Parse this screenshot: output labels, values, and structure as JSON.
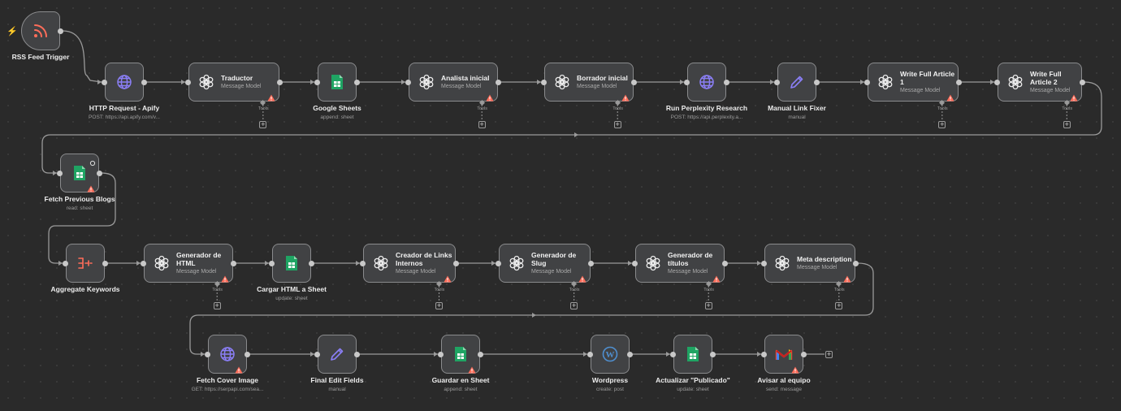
{
  "canvas": {
    "nodes": [
      {
        "id": "rss",
        "title": "RSS Feed Trigger",
        "subtitle": "",
        "icon": "rss-icon",
        "warn": false,
        "caption": true
      },
      {
        "id": "http1",
        "title": "HTTP Request - Apify",
        "subtitle": "POST: https://api.apify.com/v...",
        "icon": "globe-icon",
        "warn": false,
        "caption": true
      },
      {
        "id": "trad",
        "title": "Traductor",
        "subtitle": "Message Model",
        "icon": "openai-icon",
        "warn": true,
        "caption": false,
        "tools": true
      },
      {
        "id": "gs1",
        "title": "Google Sheets",
        "subtitle": "append: sheet",
        "icon": "sheets-icon",
        "warn": false,
        "caption": true
      },
      {
        "id": "analista",
        "title": "Analista inicial",
        "subtitle": "Message Model",
        "icon": "openai-icon",
        "warn": true,
        "caption": false,
        "tools": true
      },
      {
        "id": "borrador",
        "title": "Borrador inicial",
        "subtitle": "Message Model",
        "icon": "openai-icon",
        "warn": true,
        "caption": false,
        "tools": true
      },
      {
        "id": "perp",
        "title": "Run Perplexity Research",
        "subtitle": "POST: https://api.perplexity.a...",
        "icon": "globe-icon",
        "warn": false,
        "caption": true
      },
      {
        "id": "fixer",
        "title": "Manual Link Fixer",
        "subtitle": "manual",
        "icon": "pencil-icon",
        "warn": false,
        "caption": true
      },
      {
        "id": "wfa1",
        "title": "Write Full Article 1",
        "subtitle": "Message Model",
        "icon": "openai-icon",
        "warn": true,
        "caption": false,
        "tools": true
      },
      {
        "id": "wfa2",
        "title": "Write Full Article 2",
        "subtitle": "Message Model",
        "icon": "openai-icon",
        "warn": true,
        "caption": false,
        "tools": true
      },
      {
        "id": "fetchblogs",
        "title": "Fetch Previous Blogs",
        "subtitle": "read: sheet",
        "icon": "sheets-icon",
        "warn": true,
        "caption": true
      },
      {
        "id": "agg",
        "title": "Aggregate Keywords",
        "subtitle": "",
        "icon": "aggregate-icon",
        "warn": false,
        "caption": true
      },
      {
        "id": "genhtml",
        "title": "Generador de HTML",
        "subtitle": "Message Model",
        "icon": "openai-icon",
        "warn": true,
        "caption": false,
        "tools": true
      },
      {
        "id": "cargar",
        "title": "Cargar HTML a Sheet",
        "subtitle": "update: sheet",
        "icon": "sheets-icon",
        "warn": false,
        "caption": true
      },
      {
        "id": "links",
        "title": "Creador de Links Internos",
        "subtitle": "Message Model",
        "icon": "openai-icon",
        "warn": true,
        "caption": false,
        "tools": true
      },
      {
        "id": "slug",
        "title": "Generador de Slug",
        "subtitle": "Message Model",
        "icon": "openai-icon",
        "warn": true,
        "caption": false,
        "tools": true
      },
      {
        "id": "titulos",
        "title": "Generador de títulos",
        "subtitle": "Message Model",
        "icon": "openai-icon",
        "warn": true,
        "caption": false,
        "tools": true
      },
      {
        "id": "meta",
        "title": "Meta description",
        "subtitle": "Message Model",
        "icon": "openai-icon",
        "warn": true,
        "caption": false,
        "tools": true
      },
      {
        "id": "cover",
        "title": "Fetch Cover Image",
        "subtitle": "GET: https://serpapi.com/sea...",
        "icon": "globe-icon",
        "warn": true,
        "caption": true
      },
      {
        "id": "finaledit",
        "title": "Final Edit Fields",
        "subtitle": "manual",
        "icon": "pencil-icon",
        "warn": false,
        "caption": true
      },
      {
        "id": "guardar",
        "title": "Guardar en Sheet",
        "subtitle": "append: sheet",
        "icon": "sheets-icon",
        "warn": true,
        "caption": true
      },
      {
        "id": "wp",
        "title": "Wordpress",
        "subtitle": "create: post",
        "icon": "wordpress-icon",
        "warn": false,
        "caption": true
      },
      {
        "id": "actualizar",
        "title": "Actualizar \"Publicado\"",
        "subtitle": "update: sheet",
        "icon": "sheets-icon",
        "warn": false,
        "caption": true
      },
      {
        "id": "avisar",
        "title": "Avisar al equipo",
        "subtitle": "send: message",
        "icon": "gmail-icon",
        "warn": true,
        "caption": true
      }
    ],
    "tools_label": "Tools",
    "plus_label": "+",
    "trigger_icon": "lightning-icon",
    "colors": {
      "background": "#2a2a2a",
      "node_fill": "#414244",
      "node_border": "#8a8b8d",
      "wire": "#9a9a9a",
      "warning": "#ff6d5a",
      "sheets_green": "#1fa463",
      "globe_purple": "#8b7ff7",
      "rss_orange": "#ff6d5a"
    }
  }
}
